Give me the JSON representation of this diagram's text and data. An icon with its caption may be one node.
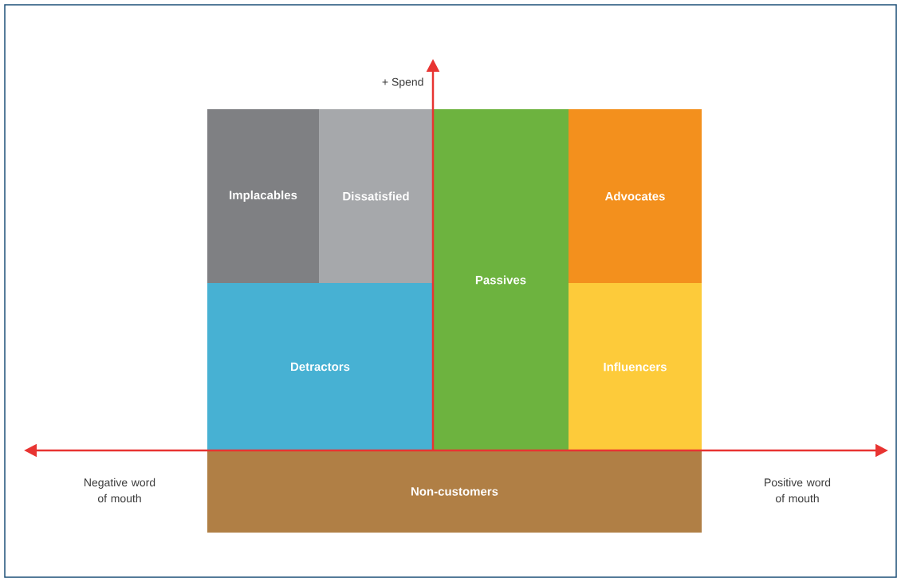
{
  "diagram": {
    "nodes": [
      {
        "text": [
          "Implacables"
        ]
      },
      {
        "text": [
          "Dissatisfied"
        ]
      },
      {
        "text": [
          "Passives"
        ]
      },
      {
        "text": [
          "Advocates"
        ]
      },
      {
        "text": [
          "Detractors"
        ]
      },
      {
        "text": [
          "Influencers"
        ]
      },
      {
        "text": [
          "Non-customers"
        ]
      }
    ],
    "labels": [
      "+ Spend",
      "Negative word of mouth",
      "Positive word of mouth"
    ]
  }
}
